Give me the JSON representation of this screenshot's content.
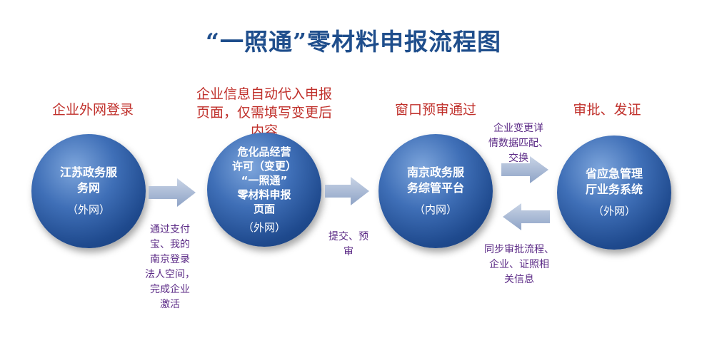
{
  "title": "“一照通”零材料申报流程图",
  "steps": [
    {
      "heading": "企业外网登录",
      "circle_lines": [
        "江苏政务服",
        "务网"
      ],
      "circle_sub": "（外网）"
    },
    {
      "heading_lines": [
        "企业信息自动代入申报",
        "页面，仅需填写变更后",
        "内容"
      ],
      "circle_lines": [
        "危化品经营",
        "许可（变更）",
        "“一照通”",
        "零材料申报",
        "页面"
      ],
      "circle_sub": "（外网）"
    },
    {
      "heading": "窗口预审通过",
      "circle_lines": [
        "南京政务服",
        "务综管平台"
      ],
      "circle_sub": "（内网）"
    },
    {
      "heading": "审批、发证",
      "circle_lines": [
        "省应急管理",
        "厅业务系统"
      ],
      "circle_sub": "（外网）"
    }
  ],
  "notes": {
    "activation": [
      "通过支付",
      "宝、我的",
      "南京登录",
      "法人空间，",
      "完成企业",
      "激活"
    ],
    "submit": [
      "提交、预",
      "审"
    ],
    "exchange": [
      "企业变更详",
      "情数据匹配、",
      "交换"
    ],
    "sync": [
      "同步审批流程、",
      "企业、证照相",
      "关信息"
    ]
  },
  "colors": {
    "title": "#1f4e8c",
    "heading": "#c0302b",
    "note": "#5b2a86",
    "circle": "#2e5fa8",
    "arrow": "#9fb2d2"
  }
}
